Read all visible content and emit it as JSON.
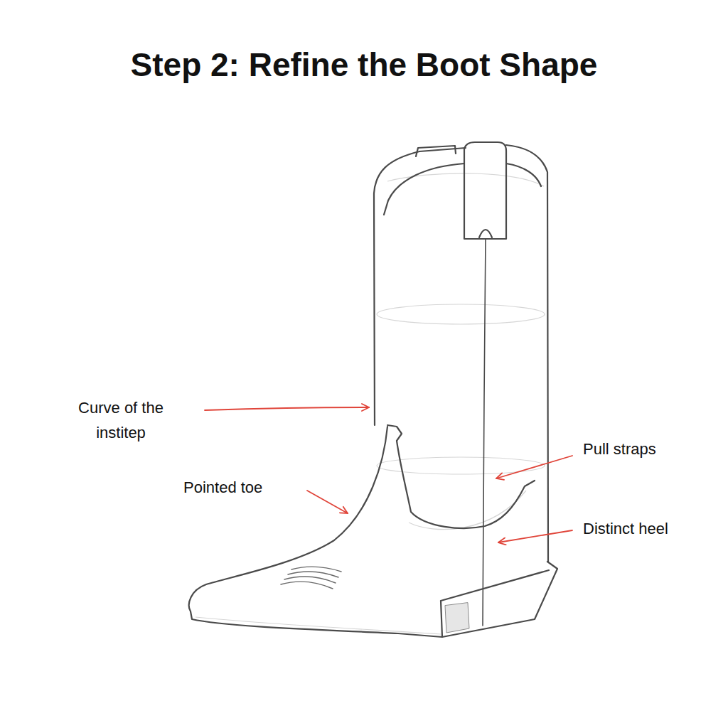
{
  "diagram": {
    "title": "Step 2: Refine the Boot Shape",
    "labels": [
      "Curve of the institep",
      "Pointed toe",
      "Pull straps",
      "Distinct heel"
    ]
  }
}
